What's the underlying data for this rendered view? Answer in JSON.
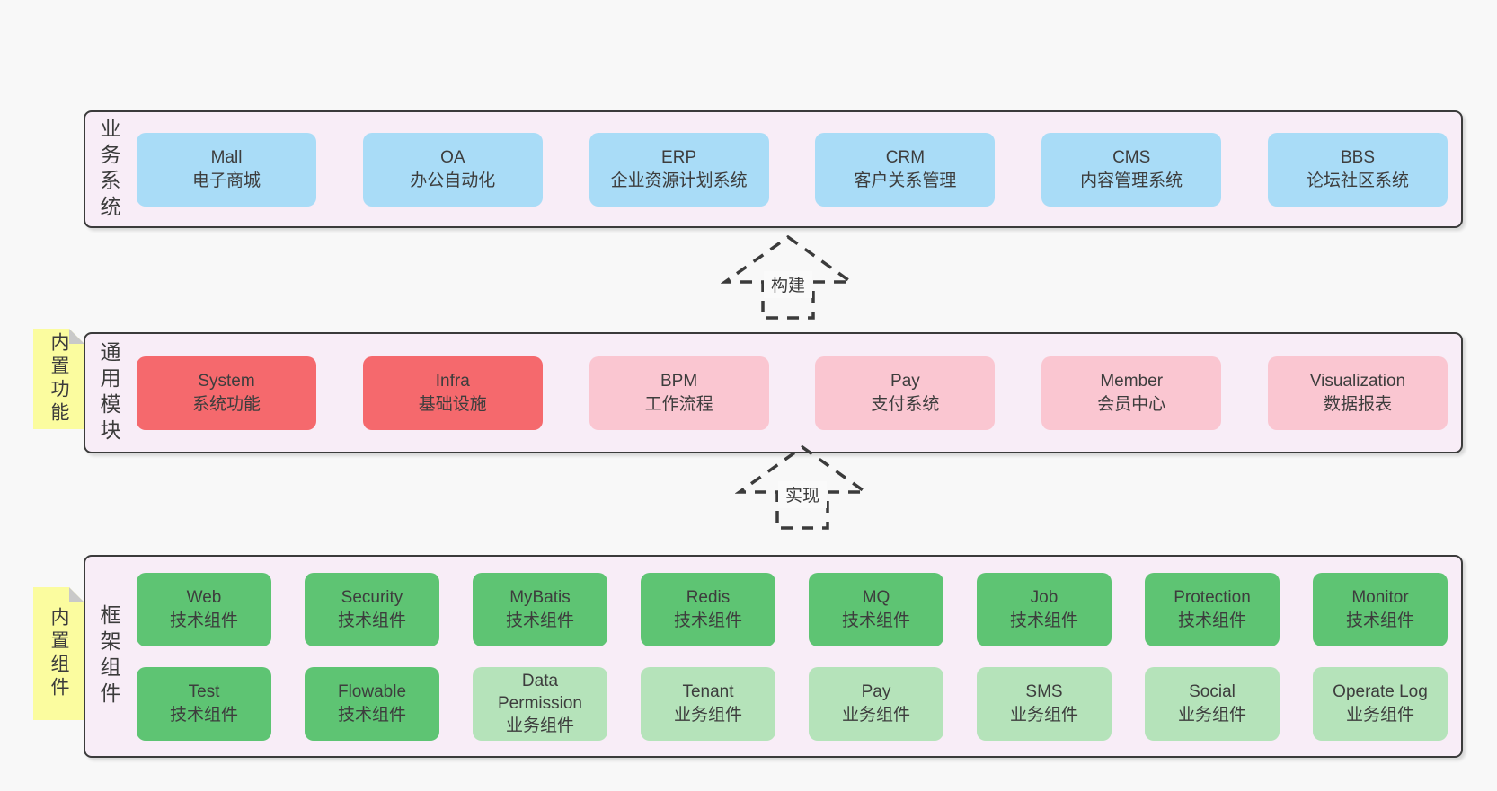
{
  "colors": {
    "page_bg": "#f8f8f8",
    "band_bg": "#f8edf7",
    "band_border": "#3b3b3b",
    "blue_box": "#a9dcf7",
    "red_box": "#f5696d",
    "pink_box": "#fac6d1",
    "green_box": "#5ec473",
    "green_light_box": "#b5e3ba",
    "sticky_yellow": "#fbfc9f",
    "sticky_fold": "#c9c9c9",
    "text": "#3d3d3d"
  },
  "arrows": [
    {
      "label": "构建"
    },
    {
      "label": "实现"
    }
  ],
  "bands": [
    {
      "label": "业务系统",
      "boxes": [
        {
          "name": "Mall",
          "subtitle": "电子商城",
          "type": "blue"
        },
        {
          "name": "OA",
          "subtitle": "办公自动化",
          "type": "blue"
        },
        {
          "name": "ERP",
          "subtitle": "企业资源计划系统",
          "type": "blue"
        },
        {
          "name": "CRM",
          "subtitle": "客户关系管理",
          "type": "blue"
        },
        {
          "name": "CMS",
          "subtitle": "内容管理系统",
          "type": "blue"
        },
        {
          "name": "BBS",
          "subtitle": "论坛社区系统",
          "type": "blue"
        }
      ]
    },
    {
      "label": "通用模块",
      "sticky": "内置功能",
      "boxes": [
        {
          "name": "System",
          "subtitle": "系统功能",
          "type": "red"
        },
        {
          "name": "Infra",
          "subtitle": "基础设施",
          "type": "red"
        },
        {
          "name": "BPM",
          "subtitle": "工作流程",
          "type": "pink"
        },
        {
          "name": "Pay",
          "subtitle": "支付系统",
          "type": "pink"
        },
        {
          "name": "Member",
          "subtitle": "会员中心",
          "type": "pink"
        },
        {
          "name": "Visualization",
          "subtitle": "数据报表",
          "type": "pink"
        }
      ]
    },
    {
      "label": "框架组件",
      "sticky": "内置组件",
      "rows": [
        [
          {
            "name": "Web",
            "subtitle": "技术组件",
            "type": "green"
          },
          {
            "name": "Security",
            "subtitle": "技术组件",
            "type": "green"
          },
          {
            "name": "MyBatis",
            "subtitle": "技术组件",
            "type": "green"
          },
          {
            "name": "Redis",
            "subtitle": "技术组件",
            "type": "green"
          },
          {
            "name": "MQ",
            "subtitle": "技术组件",
            "type": "green"
          },
          {
            "name": "Job",
            "subtitle": "技术组件",
            "type": "green"
          },
          {
            "name": "Protection",
            "subtitle": "技术组件",
            "type": "green"
          },
          {
            "name": "Monitor",
            "subtitle": "技术组件",
            "type": "green"
          }
        ],
        [
          {
            "name": "Test",
            "subtitle": "技术组件",
            "type": "green"
          },
          {
            "name": "Flowable",
            "subtitle": "技术组件",
            "type": "green"
          },
          {
            "name": "Data Permission",
            "subtitle": "业务组件",
            "type": "green-light"
          },
          {
            "name": "Tenant",
            "subtitle": "业务组件",
            "type": "green-light"
          },
          {
            "name": "Pay",
            "subtitle": "业务组件",
            "type": "green-light"
          },
          {
            "name": "SMS",
            "subtitle": "业务组件",
            "type": "green-light"
          },
          {
            "name": "Social",
            "subtitle": "业务组件",
            "type": "green-light"
          },
          {
            "name": "Operate Log",
            "subtitle": "业务组件",
            "type": "green-light"
          }
        ]
      ]
    }
  ]
}
